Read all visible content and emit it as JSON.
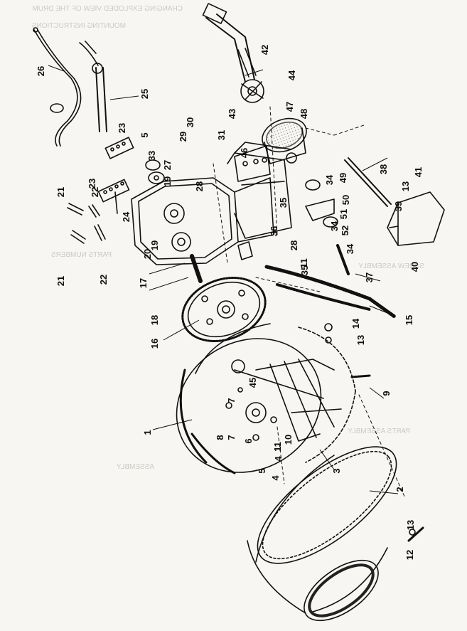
{
  "ghost_text": [
    "CHANGING EXPLODED VIEW OF THE DRUM",
    "MOUNTING INSTRUCTIONS",
    "PARTS NUMBERS",
    "SCREW ASSEMBLY",
    "ASSEMBLY",
    "PARTS ASSEMBLY"
  ],
  "callouts": [
    {
      "label": "1"
    },
    {
      "label": "2"
    },
    {
      "label": "3"
    },
    {
      "label": "4"
    },
    {
      "label": "4"
    },
    {
      "label": "5"
    },
    {
      "label": "5"
    },
    {
      "label": "6"
    },
    {
      "label": "7"
    },
    {
      "label": "7"
    },
    {
      "label": "8"
    },
    {
      "label": "9"
    },
    {
      "label": "10"
    },
    {
      "label": "11"
    },
    {
      "label": "11"
    },
    {
      "label": "12"
    },
    {
      "label": "13"
    },
    {
      "label": "13"
    },
    {
      "label": "13"
    },
    {
      "label": "14"
    },
    {
      "label": "15"
    },
    {
      "label": "16"
    },
    {
      "label": "17"
    },
    {
      "label": "18"
    },
    {
      "label": "19"
    },
    {
      "label": "19"
    },
    {
      "label": "20"
    },
    {
      "label": "21"
    },
    {
      "label": "21"
    },
    {
      "label": "22"
    },
    {
      "label": "22"
    },
    {
      "label": "23"
    },
    {
      "label": "23"
    },
    {
      "label": "24"
    },
    {
      "label": "25"
    },
    {
      "label": "26"
    },
    {
      "label": "27"
    },
    {
      "label": "28"
    },
    {
      "label": "28"
    },
    {
      "label": "29"
    },
    {
      "label": "30"
    },
    {
      "label": "31"
    },
    {
      "label": "33"
    },
    {
      "label": "34"
    },
    {
      "label": "34"
    },
    {
      "label": "34"
    },
    {
      "label": "35"
    },
    {
      "label": "35"
    },
    {
      "label": "36"
    },
    {
      "label": "37"
    },
    {
      "label": "38"
    },
    {
      "label": "39"
    },
    {
      "label": "40"
    },
    {
      "label": "41"
    },
    {
      "label": "42"
    },
    {
      "label": "43"
    },
    {
      "label": "44"
    },
    {
      "label": "45"
    },
    {
      "label": "46"
    },
    {
      "label": "47"
    },
    {
      "label": "48"
    },
    {
      "label": "49"
    },
    {
      "label": "50"
    },
    {
      "label": "51"
    },
    {
      "label": "52"
    }
  ]
}
